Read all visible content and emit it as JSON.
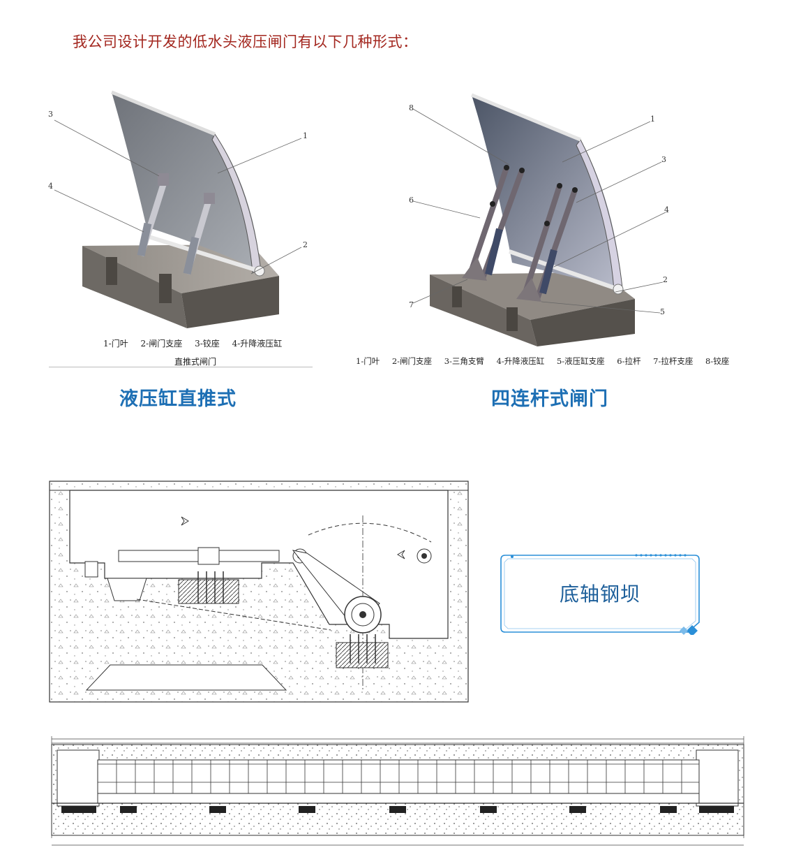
{
  "intro_text": "我公司设计开发的低水头液压闸门有以下几种形式：",
  "figures": {
    "direct_push": {
      "callouts": [
        "1",
        "2",
        "3",
        "4"
      ],
      "legend": [
        "1-门叶",
        "2-闸门支座",
        "3-铰座",
        "4-升降液压缸"
      ],
      "sub_caption": "直推式闸门",
      "caption": "液压缸直推式"
    },
    "four_link": {
      "callouts": [
        "1",
        "2",
        "3",
        "4",
        "5",
        "6",
        "7",
        "8"
      ],
      "legend": [
        "1-门叶",
        "2-闸门支座",
        "3-三角支臂",
        "4-升降液压缸",
        "5-液压缸支座",
        "6-拉杆",
        "7-拉杆支座",
        "8-铰座"
      ],
      "caption": "四连杆式闸门"
    },
    "bottom_shaft": {
      "caption": "底轴钢坝"
    }
  },
  "colors": {
    "intro_text": "#a3271f",
    "caption": "#1d6fb4",
    "frame": "#2a8fd8"
  }
}
